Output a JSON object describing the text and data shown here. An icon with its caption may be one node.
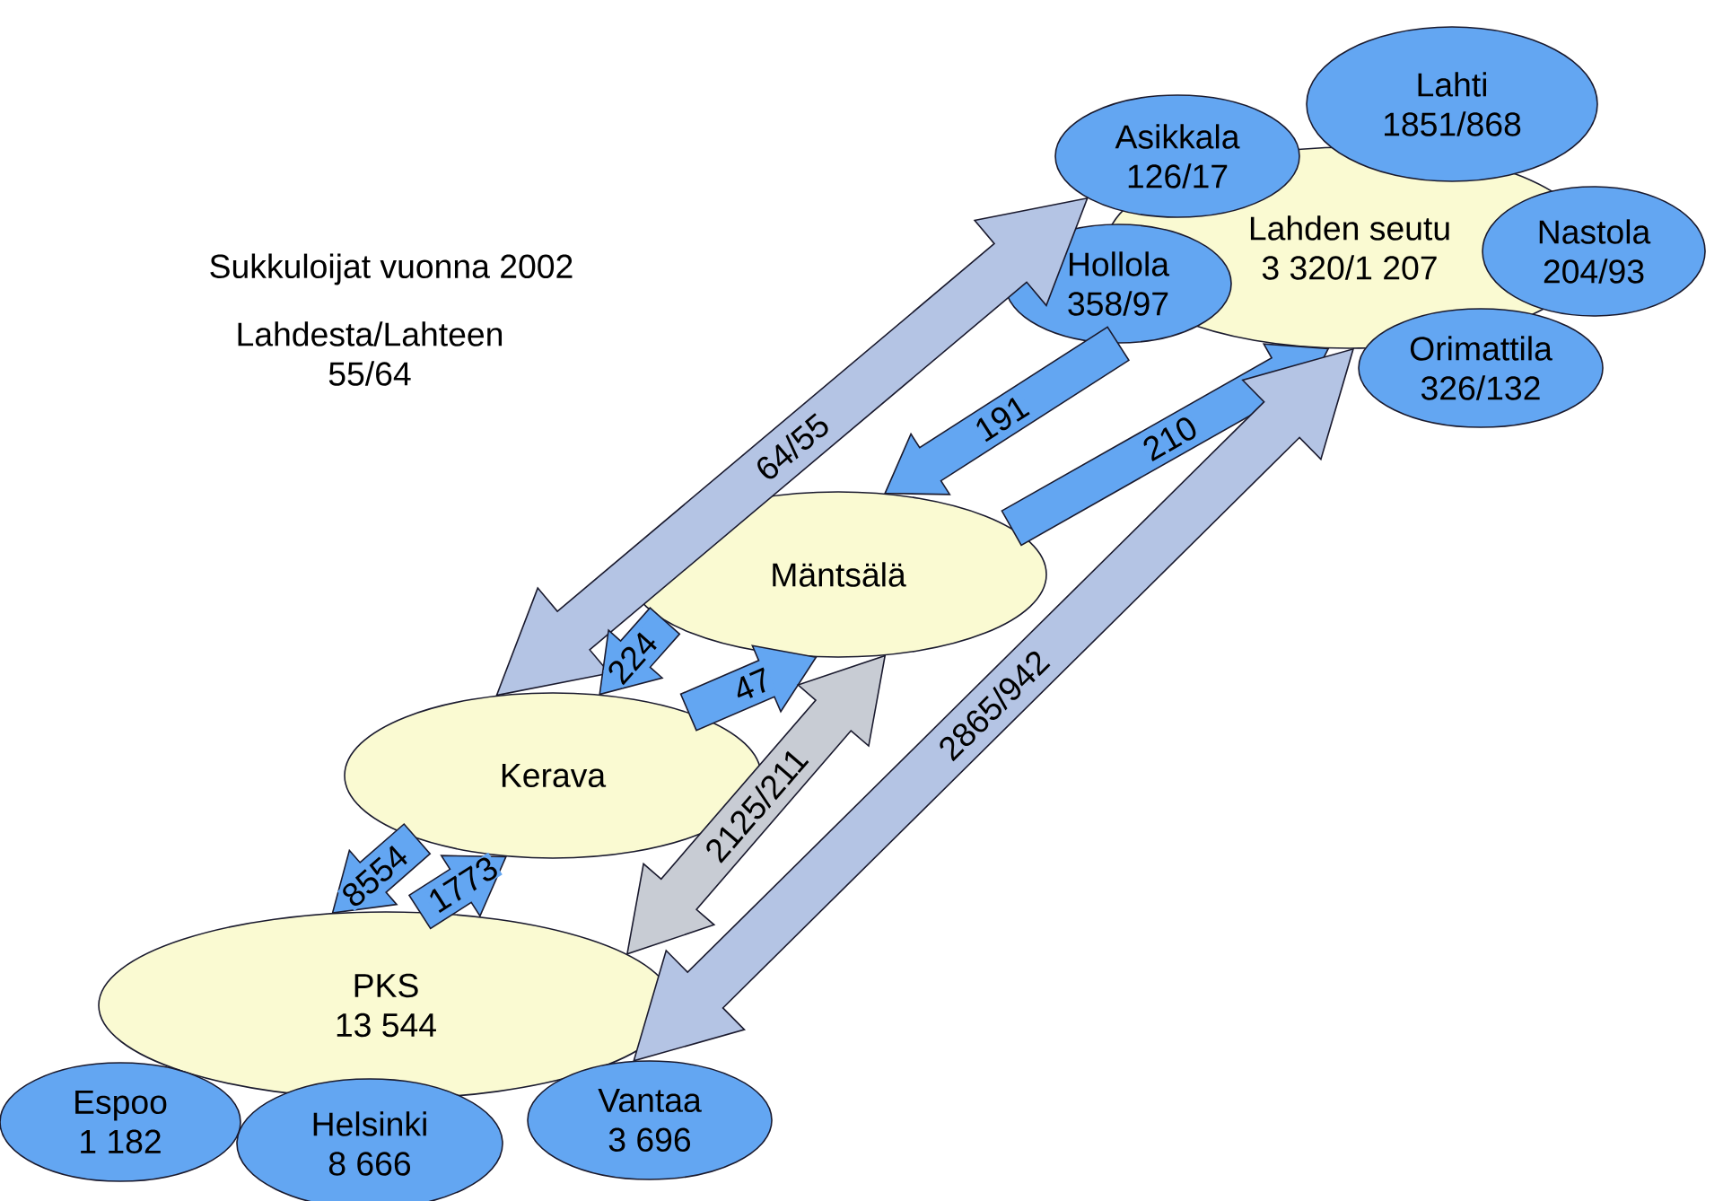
{
  "diagram": {
    "nodes": [
      {
        "text": [
          "Lahden seutu",
          "3 320/1 207"
        ]
      },
      {
        "text": [
          "Asikkala",
          "126/17"
        ]
      },
      {
        "text": [
          "Lahti",
          "1851/868"
        ]
      },
      {
        "text": [
          "Hollola",
          "358/97"
        ]
      },
      {
        "text": [
          "Nastola",
          "204/93"
        ]
      },
      {
        "text": [
          "Orimattila",
          "326/132"
        ]
      },
      {
        "text": [
          "Mäntsälä"
        ]
      },
      {
        "text": [
          "Kerava"
        ]
      },
      {
        "text": [
          "PKS",
          "13 544"
        ]
      },
      {
        "text": [
          "Espoo",
          "1 182"
        ]
      },
      {
        "text": [
          "Helsinki",
          "8 666"
        ]
      },
      {
        "text": [
          "Vantaa",
          "3 696"
        ]
      }
    ],
    "edges": [
      {
        "from": 1,
        "to": 7,
        "arrow": "both",
        "label": "64/55",
        "color": "#b4c4e4"
      },
      {
        "from": 3,
        "to": 6,
        "arrow": "to",
        "label": "191"
      },
      {
        "from": 6,
        "to": 0,
        "arrow": "to",
        "label": "210"
      },
      {
        "from": 6,
        "to": 7,
        "arrow": "to",
        "label": "224"
      },
      {
        "from": 7,
        "to": 6,
        "arrow": "to",
        "label": "47"
      },
      {
        "from": 6,
        "to": 8,
        "arrow": "both",
        "label": "2125/211",
        "color": "#c8ccd4"
      },
      {
        "from": 0,
        "to": 11,
        "arrow": "both",
        "label": "2865/942",
        "color": "#b4c4e4"
      },
      {
        "from": 7,
        "to": 8,
        "arrow": "to",
        "label": "8554"
      },
      {
        "from": 8,
        "to": 7,
        "arrow": "to",
        "label": "1773"
      }
    ],
    "labels": [
      "Sukkuloijat vuonna 2002",
      "Lahdesta/Lahteen 55/64"
    ]
  }
}
